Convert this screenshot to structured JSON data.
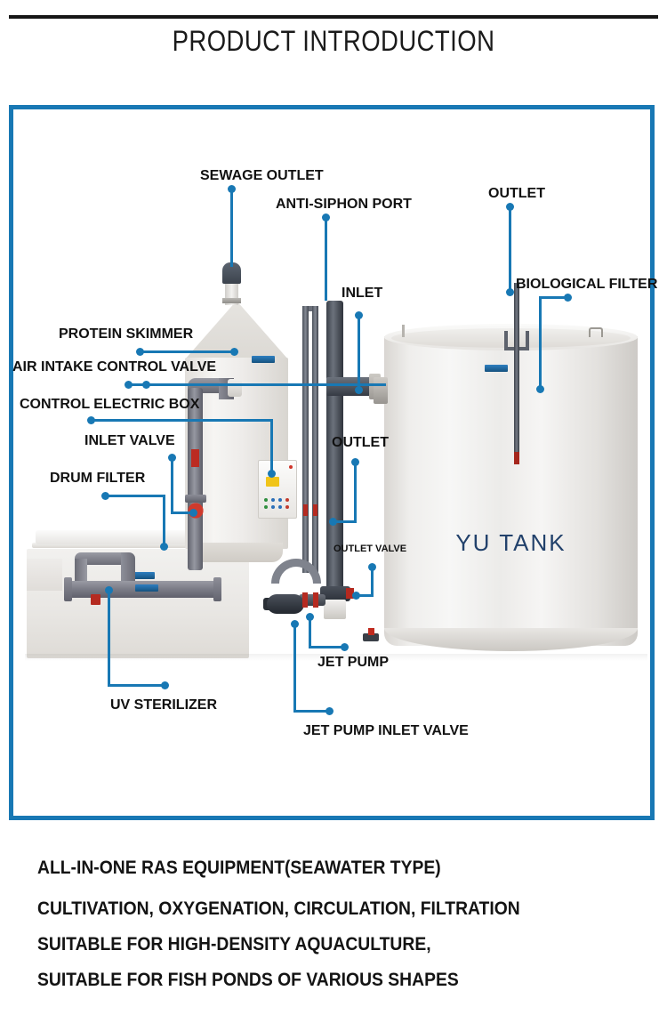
{
  "header": {
    "title": "PRODUCT INTRODUCTION",
    "rule_color": "#171717"
  },
  "theme": {
    "accent_blue": "#1878b4",
    "label_text": "#111111",
    "tank_text": "#22416b"
  },
  "diagram": {
    "frame_color": "#1878b4",
    "tank_brand": "YU TANK",
    "callouts": [
      {
        "id": "sewage-outlet",
        "label": "SEWAGE OUTLET",
        "size": "normal"
      },
      {
        "id": "anti-siphon-port",
        "label": "ANTI-SIPHON PORT",
        "size": "normal"
      },
      {
        "id": "inlet",
        "label": "INLET",
        "size": "normal"
      },
      {
        "id": "outlet-top",
        "label": "OUTLET",
        "size": "normal"
      },
      {
        "id": "biological-filter",
        "label": "BIOLOGICAL FILTER",
        "size": "normal"
      },
      {
        "id": "protein-skimmer",
        "label": "PROTEIN SKIMMER",
        "size": "normal"
      },
      {
        "id": "air-intake-control-valve",
        "label": "AIR INTAKE CONTROL VALVE",
        "size": "normal"
      },
      {
        "id": "control-electric-box",
        "label": "CONTROL ELECTRIC BOX",
        "size": "normal"
      },
      {
        "id": "inlet-valve",
        "label": "INLET VALVE",
        "size": "normal"
      },
      {
        "id": "drum-filter",
        "label": "DRUM FILTER",
        "size": "normal"
      },
      {
        "id": "outlet-middle",
        "label": "OUTLET",
        "size": "normal"
      },
      {
        "id": "outlet-valve",
        "label": "OUTLET VALVE",
        "size": "small"
      },
      {
        "id": "uv-sterilizer",
        "label": "UV STERILIZER",
        "size": "normal"
      },
      {
        "id": "jet-pump",
        "label": "JET PUMP",
        "size": "normal"
      },
      {
        "id": "jet-pump-inlet-valve",
        "label": "JET PUMP INLET VALVE",
        "size": "normal"
      }
    ]
  },
  "description": {
    "line1": "ALL-IN-ONE RAS EQUIPMENT(SEAWATER TYPE)",
    "line2": "CULTIVATION, OXYGENATION, CIRCULATION, FILTRATION",
    "line3": "SUITABLE FOR HIGH-DENSITY AQUACULTURE,",
    "line4": "SUITABLE FOR FISH PONDS OF VARIOUS SHAPES"
  }
}
